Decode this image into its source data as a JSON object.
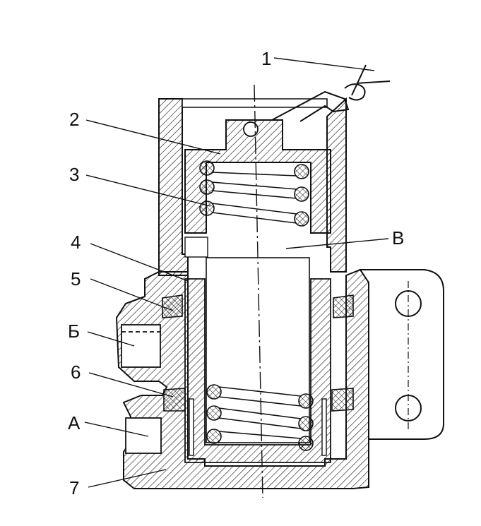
{
  "callouts": {
    "c1": "1",
    "c2": "2",
    "c3": "3",
    "c4": "4",
    "c5": "5",
    "c6": "6",
    "c7": "7",
    "cB_cyr": "Б",
    "cA": "А",
    "cV": "В"
  },
  "colors": {
    "ink": "#111111",
    "paper": "#ffffff"
  }
}
